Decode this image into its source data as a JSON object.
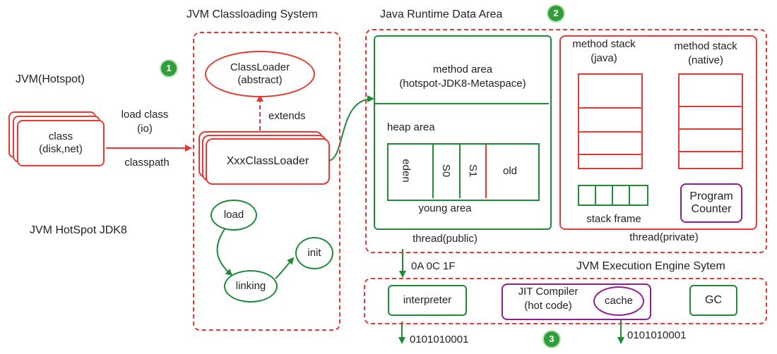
{
  "left": {
    "jvm_hotspot": "JVM(Hotspot)",
    "jvm_hotspot_jdk8": "JVM HotSpot JDK8",
    "class_line1": "class",
    "class_line2": "(disk,net)",
    "load_class": "load class",
    "io": "(io)",
    "classpath": "classpath"
  },
  "classloading": {
    "title": "JVM Classloading System",
    "badge": "1",
    "classloader_line1": "ClassLoader",
    "classloader_line2": "(abstract)",
    "extends": "extends",
    "xxx_classloader": "XxxClassLoader",
    "load": "load",
    "linking": "linking",
    "init": "init"
  },
  "runtime": {
    "title": "Java Runtime Data Area",
    "badge": "2",
    "method_area_line1": "method area",
    "method_area_line2": "(hotspot-JDK8-Metaspace)",
    "heap_area": "heap area",
    "eden": "eden",
    "s0": "S0",
    "s1": "S1",
    "old": "old",
    "young_area": "young area",
    "thread_public": "thread(public)",
    "method_stack_java_line1": "method stack",
    "method_stack_java_line2": "(java)",
    "method_stack_native_line1": "method stack",
    "method_stack_native_line2": "(native)",
    "stack_frame": "stack frame",
    "program_counter_line1": "Program",
    "program_counter_line2": "Counter",
    "thread_private": "thread(private)"
  },
  "execution": {
    "title": "JVM Execution Engine Sytem",
    "badge": "3",
    "bytecode": "0A 0C 1F",
    "interpreter": "interpreter",
    "jit_line1": "JIT Compiler",
    "jit_line2": "(hot code)",
    "cache": "cache",
    "gc": "GC",
    "binary_left": "0101010001",
    "binary_right": "0101010001"
  },
  "colors": {
    "red": "#e53935",
    "green": "#1f8a3a",
    "purple": "#8e1f8e",
    "badge": "#2e9d3a"
  }
}
